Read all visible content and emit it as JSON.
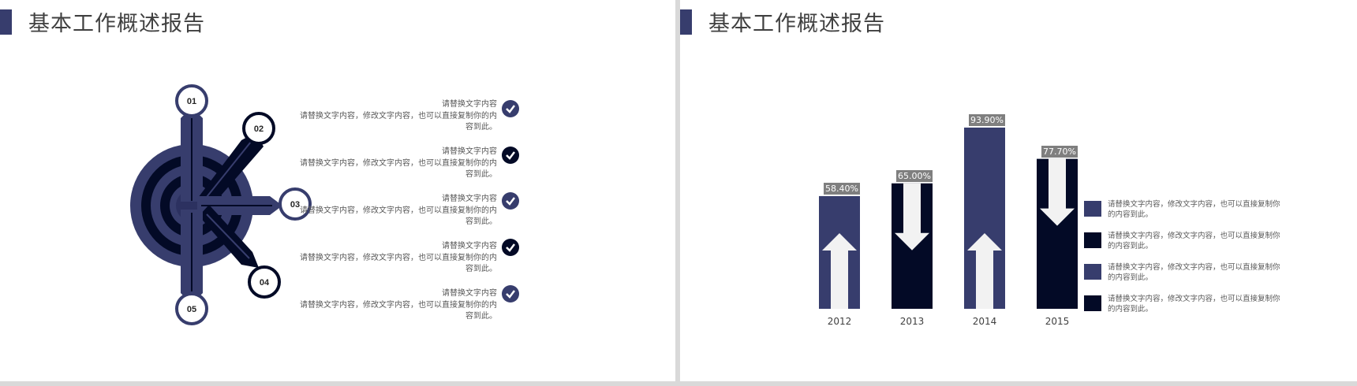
{
  "colors": {
    "navy": "#373d6d",
    "dark": "#030a26",
    "light": "#f2f2f2",
    "gray": "#7f7f7f"
  },
  "left_slide": {
    "title": "基本工作概述报告",
    "markers": [
      "01",
      "02",
      "03",
      "04",
      "05"
    ],
    "items": [
      {
        "head": "请替换文字内容",
        "body": "请替换文字内容，修改文字内容，也可以直接复制你的内容到此。",
        "check_color": "#373d6d"
      },
      {
        "head": "请替换文字内容",
        "body": "请替换文字内容，修改文字内容，也可以直接复制你的内容到此。",
        "check_color": "#030a26"
      },
      {
        "head": "请替换文字内容",
        "body": "请替换文字内容，修改文字内容，也可以直接复制你的内容到此。",
        "check_color": "#373d6d"
      },
      {
        "head": "请替换文字内容",
        "body": "请替换文字内容，修改文字内容，也可以直接复制你的内容到此。",
        "check_color": "#030a26"
      },
      {
        "head": "请替换文字内容",
        "body": "请替换文字内容，修改文字内容，也可以直接复制你的内容到此。",
        "check_color": "#373d6d"
      }
    ]
  },
  "right_slide": {
    "title": "基本工作概述报告",
    "legend": [
      {
        "text": "请替换文字内容，修改文字内容，也可以直接复制你的内容到此。",
        "color": "#373d6d"
      },
      {
        "text": "请替换文字内容，修改文字内容，也可以直接复制你的内容到此。",
        "color": "#030a26"
      },
      {
        "text": "请替换文字内容，修改文字内容，也可以直接复制你的内容到此。",
        "color": "#373d6d"
      },
      {
        "text": "请替换文字内容，修改文字内容，也可以直接复制你的内容到此。",
        "color": "#030a26"
      }
    ]
  },
  "chart_data": {
    "type": "bar",
    "categories": [
      "2012",
      "2013",
      "2014",
      "2015"
    ],
    "values": [
      58.4,
      65.0,
      93.9,
      77.7
    ],
    "labels": [
      "58.40%",
      "65.00%",
      "93.90%",
      "77.70%"
    ],
    "arrows": [
      "up",
      "down",
      "up",
      "down"
    ],
    "colors": [
      "#373d6d",
      "#030a26",
      "#373d6d",
      "#030a26"
    ],
    "ylim": [
      0,
      100
    ]
  }
}
